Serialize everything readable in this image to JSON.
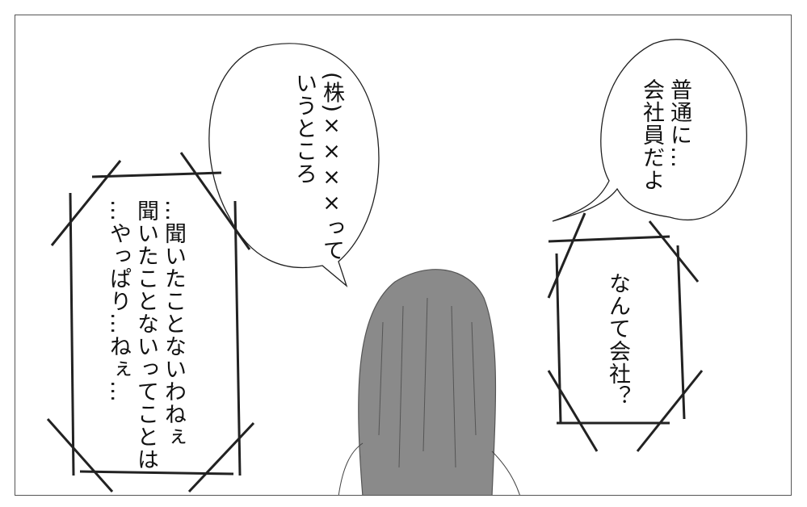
{
  "bubbles": {
    "middle": {
      "lines": [
        "(株)××××って",
        "いうところ"
      ]
    },
    "right": {
      "lines": [
        "普通に…",
        "会社員だよ"
      ]
    }
  },
  "boxes": {
    "right": {
      "lines": [
        "なんて会社？"
      ]
    },
    "left": {
      "lines": [
        "…聞いたことないわねぇ",
        "聞いたことないってことは",
        "…やっぱり…ねぇ…"
      ]
    }
  }
}
